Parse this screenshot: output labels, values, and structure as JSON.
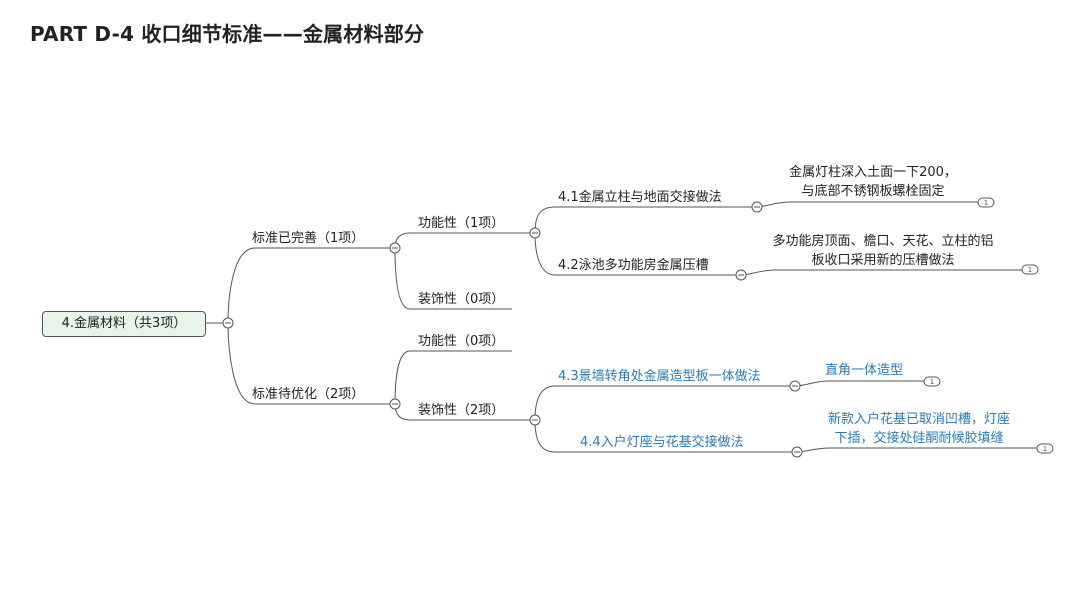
{
  "title": "PART D-4 收口细节标准——金属材料部分",
  "root": {
    "label": "4.金属材料（共3项）"
  },
  "branches": [
    {
      "label": "标准已完善（1项）",
      "children": [
        {
          "label": "功能性（1项）",
          "items": [
            {
              "label": "4.1金属立柱与地面交接做法",
              "note": [
                "金属灯柱深入土面一下200，",
                "与底部不锈钢板螺栓固定"
              ],
              "badge": "1"
            },
            {
              "label": "4.2泳池多功能房金属压槽",
              "note": [
                "多功能房顶面、檐口、天花、立柱的铝",
                "板收口采用新的压槽做法"
              ],
              "badge": "1"
            }
          ]
        },
        {
          "label": "装饰性（0项）",
          "items": []
        }
      ]
    },
    {
      "label": "标准待优化（2项）",
      "children": [
        {
          "label": "功能性（0项）",
          "items": []
        },
        {
          "label": "装饰性（2项）",
          "items": [
            {
              "label": "4.3景墙转角处金属造型板一体做法",
              "note": [
                "直角一体造型"
              ],
              "badge": "1"
            },
            {
              "label": "4.4入户灯座与花基交接做法",
              "note": [
                "新款入户花基已取消凹槽，灯座",
                "下插，交接处硅酮耐候胶填缝"
              ],
              "badge": "1"
            }
          ]
        }
      ]
    }
  ],
  "colors": {
    "line": "#555555",
    "blue": "#2a7ab8",
    "root_fill": "#e8f3e9"
  }
}
